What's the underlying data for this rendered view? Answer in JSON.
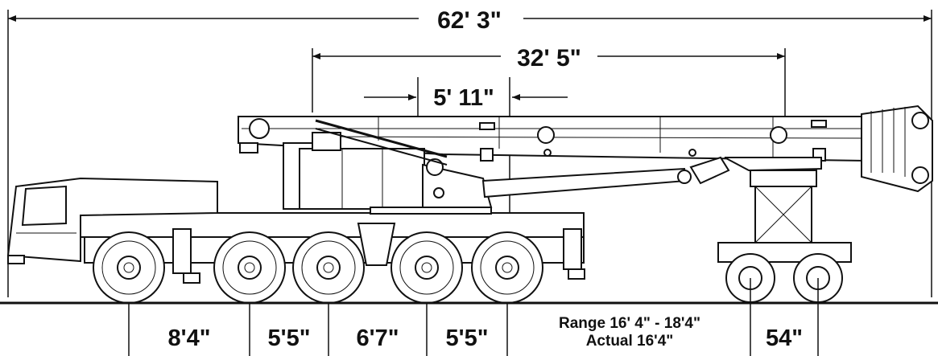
{
  "dimensions": {
    "overall_length": "62' 3\"",
    "boom_length": "32' 5\"",
    "boom_offset": "5' 11\"",
    "axle_spacings": [
      "8'4\"",
      "5'5\"",
      "6'7\"",
      "5'5\""
    ],
    "range_line1": "Range 16' 4\" - 18'4\"",
    "range_line2": "Actual 16'4\"",
    "dolly_spacing": "54\""
  }
}
